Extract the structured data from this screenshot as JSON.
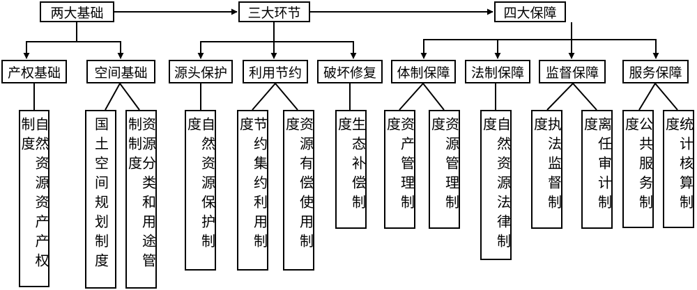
{
  "diagram": {
    "top": {
      "foundations": "两大基础",
      "links": "三大环节",
      "guarantees": "四大保障"
    },
    "middle": {
      "property_rights": "产权基础",
      "spatial": "空间基础",
      "source_protection": "源头保护",
      "utilization": "利用节约",
      "restoration": "破坏修复",
      "institutional": "体制保障",
      "legal": "法制保障",
      "supervision": "监督保障",
      "service": "服务保障"
    },
    "leaves": {
      "natural_asset_property": "自然资源资产产权制度",
      "land_spatial_planning": "国土空间规划制度",
      "classification_use_control": "资源分类和用途管制制度",
      "natural_protection": "自然资源保护制度",
      "intensive_use": "节约集约利用制度",
      "paid_use": "资源有偿使用制度",
      "eco_compensation": "生态补偿制度",
      "asset_management": "资产管理制度",
      "resource_management": "资源管理制度",
      "legal_system": "自然资源法律制度",
      "enforcement": "执法监督制度",
      "exit_audit": "离任审计制度",
      "public_service": "公共服务制度",
      "statistical_accounting": "统计核算制度"
    }
  }
}
